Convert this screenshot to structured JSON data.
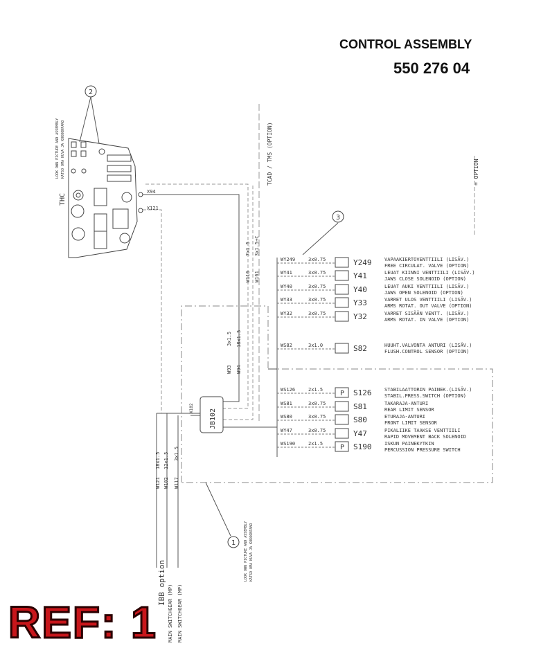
{
  "title": {
    "line1": "CONTROL ASSEMBLY",
    "line2": "550 276 04"
  },
  "ref_label": "REF: 1",
  "callouts": [
    "1",
    "2",
    "3"
  ],
  "panel": {
    "name": "THC",
    "note_line1": "LOOK OWN PICTURE AND ASSEMBLY",
    "note_line2": "KATSO OMA KUVA JA KOKOONPANO"
  },
  "connectors": [
    "X94",
    "X121",
    "X102"
  ],
  "junction_box": "JB102",
  "vertical_labels": {
    "tcad": "TCAD / TMS (OPTION)",
    "option": "= OPTION",
    "w116": "W116",
    "w116_size": "7x1.5",
    "w161": "W161",
    "w161_size": "3x1.5+C",
    "w93": "W93",
    "w93_size": "3x1.5",
    "w94": "W94",
    "w94_size": "18x1.5",
    "w121": "W121",
    "w121_size": "18x1.5",
    "w102": "W102",
    "w102_size": "12x1.5",
    "w117": "W117",
    "w117_size": "3x1.5",
    "ibb": "IBB option",
    "switch1": "MAIN SWITCHGEAR (MP)",
    "switch2": "MAIN SWITCHGEAR (MP)",
    "note1_line1": "LOOK OWN PICTURE AND ASSEMBLY",
    "note1_line2": "KATSO OMA KUVA JA KOKOONPANO"
  },
  "components": [
    {
      "wire": "WY249",
      "size": "3x0.75",
      "symbol": "",
      "tag": "Y249",
      "desc1": "VAPAAKIERTOVENTTIILI (LISÄV.)",
      "desc2": "FREE CIRCULAT. VALVE (OPTION)"
    },
    {
      "wire": "WY41",
      "size": "3x0.75",
      "symbol": "",
      "tag": "Y41",
      "desc1": "LEUAT KIINNI VENTTIILI (LISÄV.)",
      "desc2": "JAWS CLOSE SOLENOID (OPTION)"
    },
    {
      "wire": "WY40",
      "size": "3x0.75",
      "symbol": "",
      "tag": "Y40",
      "desc1": "LEUAT AUKI VENTTIILI (LISÄV.)",
      "desc2": "JAWS OPEN SOLENOID (OPTION)"
    },
    {
      "wire": "WY33",
      "size": "3x0.75",
      "symbol": "",
      "tag": "Y33",
      "desc1": "VARRET ULOS VENTTIILI (LISÄV.)",
      "desc2": "ARMS ROTAT. OUT VALVE (OPTION)"
    },
    {
      "wire": "WY32",
      "size": "3x0.75",
      "symbol": "",
      "tag": "Y32",
      "desc1": "VARRET SISÄÄN VENTT. (LISÄV.)",
      "desc2": "ARMS ROTAT. IN VALVE (OPTION)"
    },
    {
      "wire": "WS82",
      "size": "3x1.0",
      "symbol": "",
      "tag": "S82",
      "desc1": "HUUHT.VALVONTA ANTURI (LISÄV.)",
      "desc2": "FLUSH.CONTROL SENSOR (OPTION)"
    },
    {
      "wire": "WS126",
      "size": "2x1.5",
      "symbol": "P",
      "tag": "S126",
      "desc1": "STABILAATTORIN PAINEK.(LISÄV.)",
      "desc2": "STABIL.PRESS.SWITCH (OPTION)"
    },
    {
      "wire": "WS81",
      "size": "3x0.75",
      "symbol": "",
      "tag": "S81",
      "desc1": "TAKARAJA-ANTURI",
      "desc2": "REAR LIMIT SENSOR"
    },
    {
      "wire": "WS80",
      "size": "3x0.75",
      "symbol": "",
      "tag": "S80",
      "desc1": "ETURAJA-ANTURI",
      "desc2": "FRONT LIMIT SENSOR"
    },
    {
      "wire": "WY47",
      "size": "3x0.75",
      "symbol": "",
      "tag": "Y47",
      "desc1": "PIKALIIKE TAAKSE VENTTIILI",
      "desc2": "RAPID MOVEMENT BACK SOLENOID"
    },
    {
      "wire": "WS190",
      "size": "2x1.5",
      "symbol": "P",
      "tag": "S190",
      "desc1": "ISKUN PAINEKYTKIN",
      "desc2": "PERCUSSION PRESSURE SWITCH"
    }
  ]
}
